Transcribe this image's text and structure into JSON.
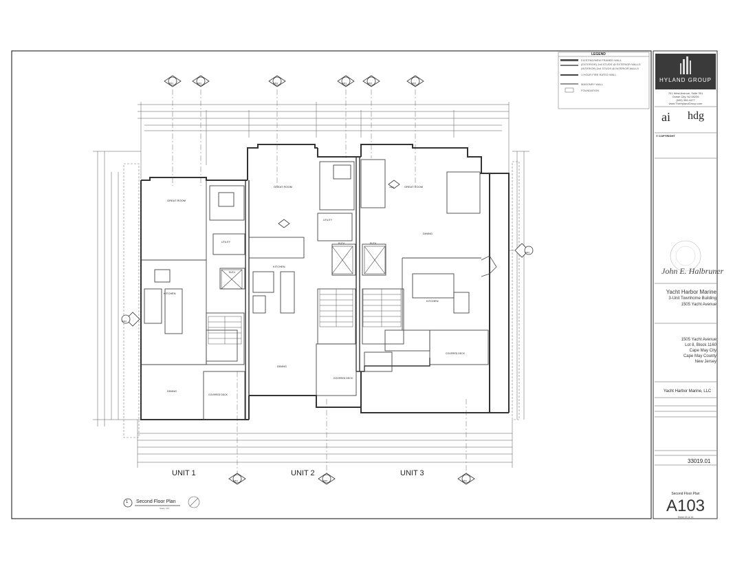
{
  "units": [
    "UNIT 1",
    "UNIT 2",
    "UNIT 3"
  ],
  "plan_title": "Second Floor Plan",
  "plan_scale": "Scale: 1/4\"",
  "view_number": "1",
  "legend_title": "LEGEND",
  "legend_items": [
    "EXISTING/NEW FRAMED WALL",
    "(EXTERIOR) 2x6 STUDS @ EXTERIOR WALLS",
    "(INTERIOR) 2x4 STUDS @ INTERIOR WALLS",
    "1 HOUR FIRE RATED WALL",
    "MASONRY WALL",
    "FOUNDATION"
  ],
  "rooms": {
    "u1_great_room": "GREAT ROOM",
    "u1_kitchen": "KITCHEN",
    "u1_dining": "DINING",
    "u1_covered_deck": "COVERED DECK",
    "u2_great_room": "GREAT ROOM",
    "u2_kitchen": "KITCHEN",
    "u2_dining": "DINING",
    "u2_covered_deck": "COVERED DECK",
    "u3_great_room": "GREAT ROOM",
    "u3_dining": "DINING",
    "u3_kitchen": "KITCHEN",
    "u3_covered_deck": "COVERED DECK",
    "utility": "UTILITY",
    "elev": "ELEV."
  },
  "section_tags": [
    "A301",
    "A301",
    "A302",
    "A301",
    "A302",
    "A303",
    "A302",
    "A301",
    "A301",
    "A302",
    "A301",
    "A301"
  ],
  "company": {
    "name": "HYLAND GROUP",
    "address": "701 West Avenue, Suite 301",
    "city": "Ocean City, NJ 08226",
    "phone": "(609) 399-4477",
    "web": "www.TheHylandGroup.com",
    "ai_logo": "ai",
    "hdg_logo": "hdg",
    "copyright": "© COPYRIGHT"
  },
  "architect_signature": "John E. Halbruner",
  "project": {
    "name": "Yacht Harbor Marine",
    "description": "3-Unit Townhome Building",
    "street": "1505 Yacht Avenue"
  },
  "location": {
    "address": "1505 Yacht Avenue",
    "lot_block": "Lot 8, Block 1160",
    "city": "Cape May City",
    "county": "Cape May County",
    "state": "New Jersey"
  },
  "client": "Yacht Harbor Marine, LLC",
  "project_number": "33019.01",
  "sheet_title": "Second Floor Plan",
  "sheet_number": "A103",
  "sheet_count": "Sheet 03 of 14",
  "colors": {
    "line": "#3a3a3a",
    "logo_bg": "#3a3a3a",
    "paper": "#ffffff"
  }
}
